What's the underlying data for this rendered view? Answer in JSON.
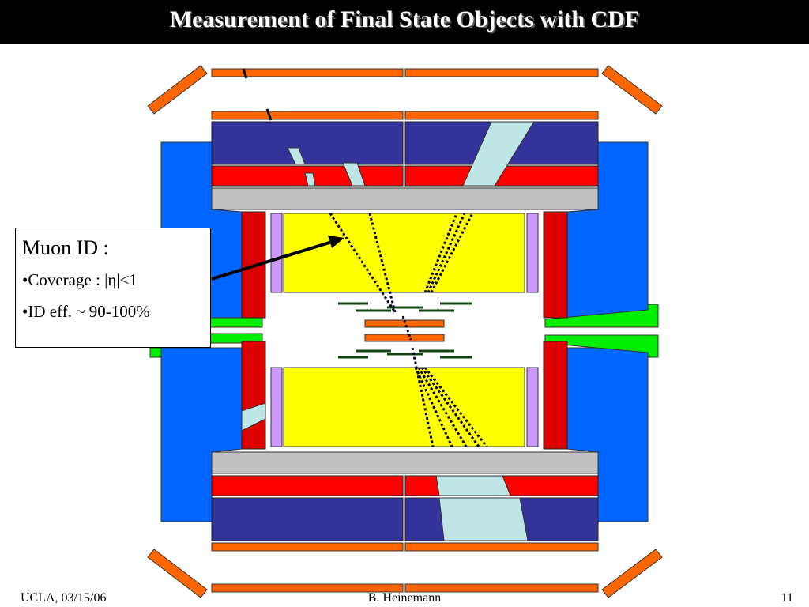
{
  "slide": {
    "title": "Measurement of Final State Objects with CDF"
  },
  "callout": {
    "title": "Muon ID :",
    "bullets": [
      "•Coverage : |η|<1",
      "•ID eff. ~ 90-100%"
    ]
  },
  "footer": {
    "left": "UCLA, 03/15/06",
    "center": "B. Heinemann",
    "right": "11"
  },
  "colors": {
    "muon_chamber": "#ff6600",
    "calorimeter_outer": "#333399",
    "calorimeter_inner": "#ff0000",
    "solenoid": "#c0c0c0",
    "tracker": "#ffff00",
    "endplug": "#0066ff",
    "beampipe_support": "#00ee00",
    "track_highlight": "#bfe6e6",
    "tof": "#cc99ff"
  }
}
